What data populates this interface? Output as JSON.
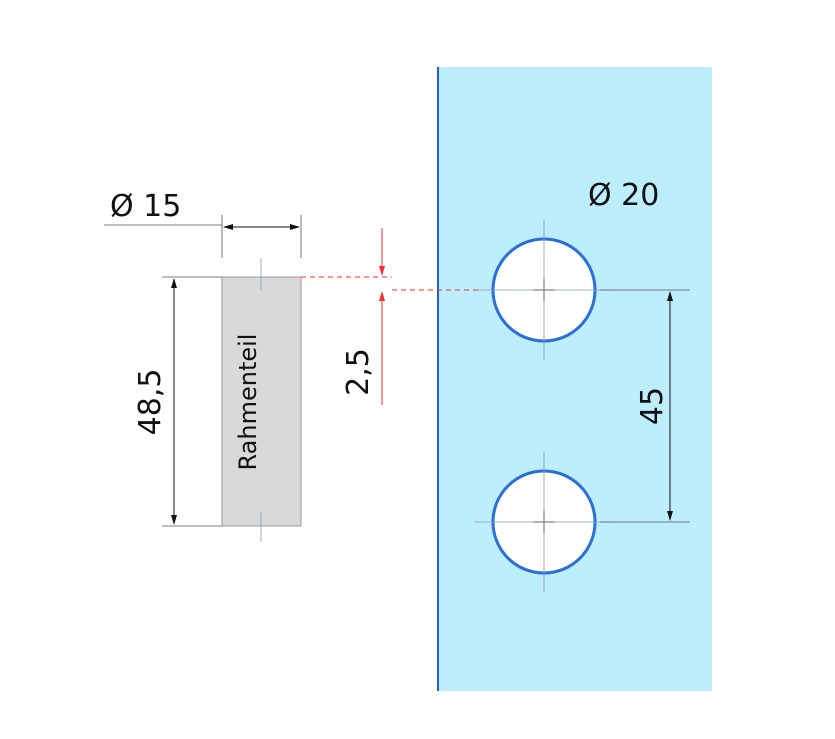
{
  "labels": {
    "dia_small": "Ø 15",
    "dia_large": "Ø 20",
    "height": "48,5",
    "offset": "2,5",
    "spacing": "45",
    "part_name": "Rahmenteil"
  },
  "colors": {
    "glass_fill": "#bdeefe",
    "glass_edge": "#1f5fd6",
    "hole_edge": "#2a6fd8",
    "part_fill": "#d9d9d9",
    "dimension_line": "#111111",
    "offset_marker": "#ff2a2a"
  }
}
